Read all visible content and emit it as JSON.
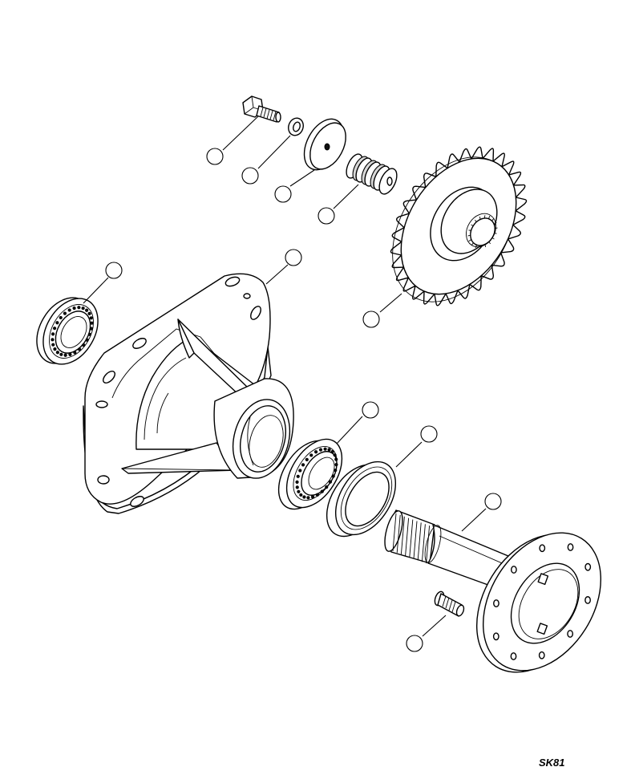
{
  "diagram": {
    "drawing_code": "SK81",
    "callouts": [
      {
        "id": "capscrew-callout",
        "label": ""
      },
      {
        "id": "lockwasher-callout",
        "label": ""
      },
      {
        "id": "flat-washer-callout",
        "label": ""
      },
      {
        "id": "spacer-callout",
        "label": ""
      },
      {
        "id": "sprocket-callout",
        "label": ""
      },
      {
        "id": "hub-housing-callout",
        "label": ""
      },
      {
        "id": "outer-bearing-callout",
        "label": ""
      },
      {
        "id": "inner-bearing-callout",
        "label": ""
      },
      {
        "id": "seal-callout",
        "label": ""
      },
      {
        "id": "axle-shaft-callout",
        "label": ""
      },
      {
        "id": "wheel-stud-callout",
        "label": ""
      }
    ]
  }
}
